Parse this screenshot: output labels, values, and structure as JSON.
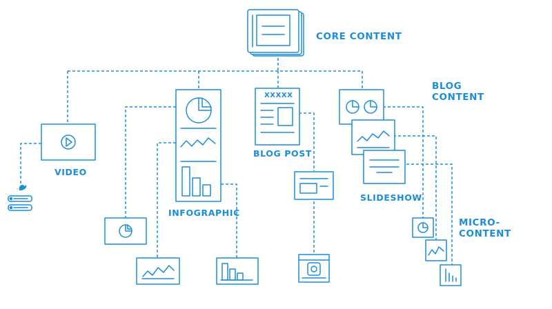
{
  "colors": {
    "accent": "#1a8ed8",
    "background": "#ffffff"
  },
  "labels": {
    "core_content": "CORE CONTENT",
    "blog_content_line1": "BLOG",
    "blog_content_line2": "CONTENT",
    "micro_content_line1": "MICRO-",
    "micro_content_line2": "CONTENT",
    "video": "VIDEO",
    "infographic": "INFOGRAPHIC",
    "blog_post": "BLOG POST",
    "blog_post_header": "XXXXX",
    "slideshow": "SLIDESHOW"
  },
  "icons": {
    "core": "tablet-stack-icon",
    "video": "video-player-icon",
    "social": "twitter-bird-icon",
    "infographic": "infographic-panel-icon",
    "blog_post": "document-icon",
    "slideshow": "slide-stack-icon"
  }
}
